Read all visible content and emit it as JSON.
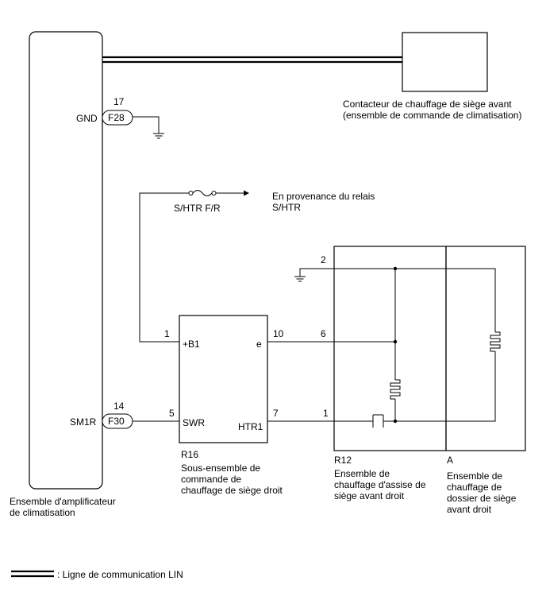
{
  "components": {
    "amplifier": {
      "label_line1": "Ensemble d'amplificateur",
      "label_line2": "de climatisation"
    },
    "switch": {
      "label_line1": "Contacteur de chauffage de siège avant",
      "label_line2": "(ensemble de commande de climatisation)"
    },
    "r16": {
      "code": "R16",
      "label_line1": "Sous-ensemble de",
      "label_line2": "commande de",
      "label_line3": "chauffage de siège droit"
    },
    "r12": {
      "code": "R12",
      "label_line1": "Ensemble de",
      "label_line2": "chauffage d'assise de",
      "label_line3": "siège avant droit"
    },
    "a": {
      "code": "A",
      "label_line1": "Ensemble de",
      "label_line2": "chauffage de",
      "label_line3": "dossier de siège",
      "label_line4": "avant droit"
    }
  },
  "connectors": {
    "f28": {
      "name": "F28",
      "pin": "17",
      "signal": "GND"
    },
    "f30": {
      "name": "F30",
      "pin": "14",
      "signal": "SM1R"
    }
  },
  "fuse": {
    "label": "S/HTR F/R"
  },
  "relay_source": {
    "line1": "En provenance du relais",
    "line2": "S/HTR"
  },
  "r16_pins": {
    "b1_pin": "1",
    "b1_label": "+B1",
    "swr_pin": "5",
    "swr_label": "SWR",
    "e_pin": "10",
    "e_label": "e",
    "htr1_pin": "7",
    "htr1_label": "HTR1"
  },
  "r12_pins": {
    "gnd_pin": "2",
    "e_pin": "6",
    "htr_pin": "1"
  },
  "legend": {
    "text": ": Ligne de communication LIN"
  }
}
